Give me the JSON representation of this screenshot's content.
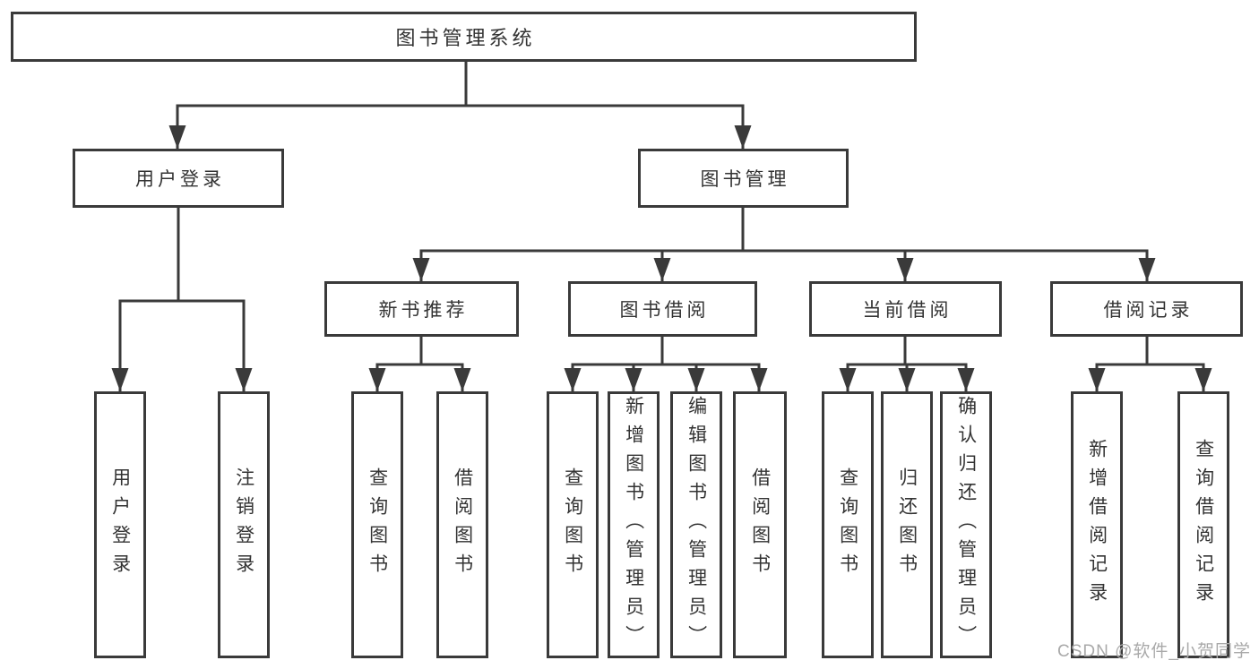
{
  "diagram": {
    "root": {
      "label": "图书管理系统"
    },
    "branches": [
      {
        "label": "用户登录",
        "children": [
          {
            "label": "用户登录"
          },
          {
            "label": "注销登录"
          }
        ]
      },
      {
        "label": "图书管理",
        "children": [
          {
            "label": "新书推荐",
            "children": [
              {
                "label": "查询图书"
              },
              {
                "label": "借阅图书"
              }
            ]
          },
          {
            "label": "图书借阅",
            "children": [
              {
                "label": "查询图书"
              },
              {
                "label": "新增图书（管理员）"
              },
              {
                "label": "编辑图书（管理员）"
              },
              {
                "label": "借阅图书"
              }
            ]
          },
          {
            "label": "当前借阅",
            "children": [
              {
                "label": "查询图书"
              },
              {
                "label": "归还图书"
              },
              {
                "label": "确认归还（管理员）"
              }
            ]
          },
          {
            "label": "借阅记录",
            "children": [
              {
                "label": "新增借阅记录"
              },
              {
                "label": "查询借阅记录"
              }
            ]
          }
        ]
      }
    ]
  },
  "watermark": {
    "text": "CSDN @软件_小贺同学",
    "color": "#a9a9a9"
  },
  "colors": {
    "line": "#3a3a3a",
    "box_border": "#3a3a3a",
    "text": "#333333",
    "background": "#ffffff"
  }
}
